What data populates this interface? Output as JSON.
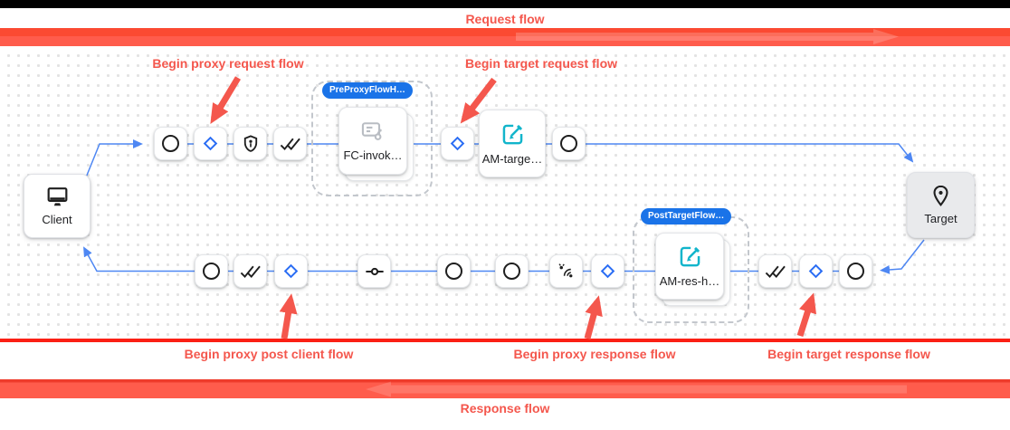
{
  "flows": {
    "request_label": "Request flow",
    "response_label": "Response flow"
  },
  "annotations": {
    "proxy_request": "Begin proxy request flow",
    "target_request": "Begin target request flow",
    "post_client": "Begin proxy post client flow",
    "proxy_response": "Begin proxy response flow",
    "target_response": "Begin target response flow"
  },
  "endpoints": {
    "client": {
      "label": "Client",
      "icon": "monitor-icon"
    },
    "target": {
      "label": "Target",
      "icon": "location-pin-icon"
    }
  },
  "policies": {
    "flow_callout": {
      "label": "FC-invok…",
      "icon": "flow-callout-icon"
    },
    "am_target": {
      "label": "AM-targe…",
      "icon": "edit-icon"
    },
    "am_response": {
      "label": "AM-res-h…",
      "icon": "edit-icon"
    }
  },
  "flow_hooks": {
    "pre_proxy": {
      "badge": "PreProxyFlowH…"
    },
    "post_target": {
      "badge": "PostTargetFlow…"
    }
  },
  "colors": {
    "annotation_red": "#f4574d",
    "bar_red_dark": "#fb4a32",
    "bar_red_light": "#ff5c4c",
    "divider_red": "#fb2015",
    "badge_blue": "#1a73e8",
    "connector_blue": "#4e87f3",
    "diamond_blue": "#2a6df4",
    "edit_teal": "#12b5cb"
  }
}
